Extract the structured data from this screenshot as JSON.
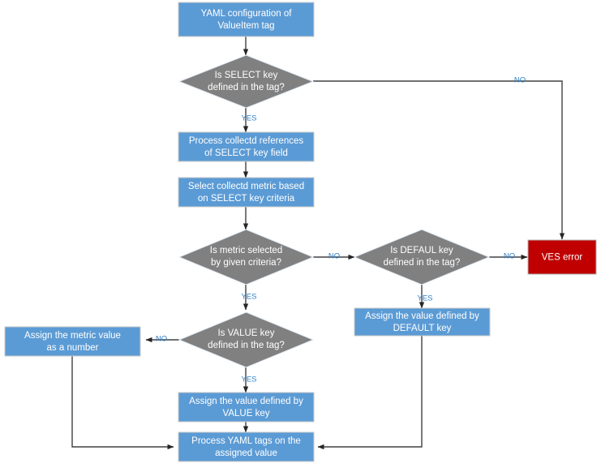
{
  "diagram": {
    "title": "YAML ValueItem tag processing flowchart",
    "colors": {
      "process_fill": "#5b9bd5",
      "decision_fill": "#808080",
      "error_fill": "#c00000",
      "node_text": "#ffffff",
      "edge_label": "#2f80c8",
      "connector": "#404040",
      "background": "#ffffff"
    },
    "nodes": {
      "start": {
        "line1": "YAML configuration of",
        "line2": "ValueItem tag"
      },
      "select_decision": {
        "line1": "Is SELECT key",
        "line2": "defined in the tag?"
      },
      "process_refs": {
        "line1": "Process collectd references",
        "line2": "of SELECT key field"
      },
      "select_metric": {
        "line1": "Select collectd metric based",
        "line2": "on SELECT key criteria"
      },
      "metric_decision": {
        "line1": "Is metric selected",
        "line2": "by given criteria?"
      },
      "default_decision": {
        "line1": "Is DEFAUL key",
        "line2": "defined in the tag?"
      },
      "ves_error": {
        "line1": "VES error"
      },
      "assign_default": {
        "line1": "Assign the value defined by",
        "line2": "DEFAULT key"
      },
      "value_decision": {
        "line1": "Is VALUE key",
        "line2": "defined in the tag?"
      },
      "assign_number": {
        "line1": "Assign the metric value",
        "line2": "as a number"
      },
      "assign_value": {
        "line1": "Assign the value defined by",
        "line2": "VALUE key"
      },
      "process_yaml": {
        "line1": "Process YAML tags on the",
        "line2": "assigned value"
      }
    },
    "edge_labels": {
      "select_no": "NO",
      "select_yes": "YES",
      "metric_no": "NO",
      "metric_yes": "YES",
      "default_no": "NO",
      "default_yes": "YES",
      "value_no": "NO",
      "value_yes": "YES"
    }
  }
}
